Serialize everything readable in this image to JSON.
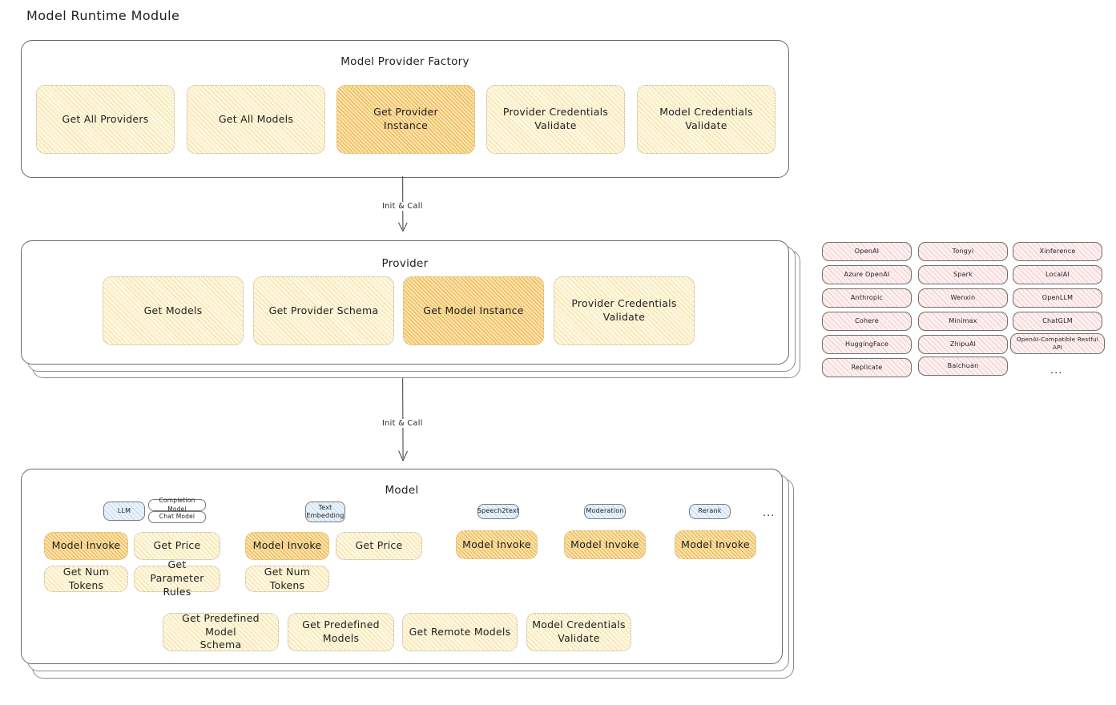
{
  "page": {
    "title": "Model Runtime Module"
  },
  "colors": {
    "cream_fill": "#fdf7e0",
    "cream_stroke": "#f0ce6e",
    "amber_fill": "#fbe3b0",
    "amber_stroke": "#e9af3c",
    "rose_fill": "#fdf0f0",
    "rose_stroke": "#e28c8c",
    "sky_fill": "#e8f2fa",
    "sky_stroke": "#78aad2",
    "panel_stroke": "#6a6a6a",
    "text": "#1e1e1e",
    "background": "#ffffff"
  },
  "factory": {
    "title": "Model Provider Factory",
    "nodes": [
      {
        "label": "Get All Providers",
        "style": "cream"
      },
      {
        "label": "Get All Models",
        "style": "cream"
      },
      {
        "label": "Get Provider\nInstance",
        "style": "amber"
      },
      {
        "label": "Provider Credentials\nValidate",
        "style": "cream"
      },
      {
        "label": "Model Credentials\nValidate",
        "style": "cream"
      }
    ]
  },
  "arrows": [
    {
      "label": "Init & Call",
      "from": "Model Provider Factory",
      "to": "Provider"
    },
    {
      "label": "Init & Call",
      "from": "Provider",
      "to": "Model"
    }
  ],
  "provider": {
    "title": "Provider",
    "nodes": [
      {
        "label": "Get Models",
        "style": "cream"
      },
      {
        "label": "Get Provider Schema",
        "style": "cream"
      },
      {
        "label": "Get Model Instance",
        "style": "amber"
      },
      {
        "label": "Provider Credentials\nValidate",
        "style": "cream"
      }
    ]
  },
  "provider_list": {
    "columns": [
      {
        "items": [
          "OpenAI",
          "Azure OpenAI",
          "Anthropic",
          "Cohere",
          "HuggingFace",
          "Replicate"
        ]
      },
      {
        "items": [
          "Tongyi",
          "Spark",
          "Wenxin",
          "Minimax",
          "ZhipuAI",
          "Baichuan"
        ]
      },
      {
        "items": [
          "Xinference",
          "LocalAI",
          "OpenLLM",
          "ChatGLM",
          "OpenAI-Compatible Restful API"
        ]
      }
    ],
    "more": "..."
  },
  "model": {
    "title": "Model",
    "more": "...",
    "types": [
      {
        "tag": "LLM",
        "subtags": [
          "Completion Model",
          "Chat Model"
        ],
        "methods": [
          {
            "label": "Model Invoke",
            "style": "amber"
          },
          {
            "label": "Get Price",
            "style": "cream"
          },
          {
            "label": "Get Num Tokens",
            "style": "cream"
          },
          {
            "label": "Get Parameter\nRules",
            "style": "cream"
          }
        ]
      },
      {
        "tag": "Text\nEmbedding",
        "subtags": [],
        "methods": [
          {
            "label": "Model Invoke",
            "style": "amber"
          },
          {
            "label": "Get Price",
            "style": "cream"
          },
          {
            "label": "Get Num Tokens",
            "style": "cream"
          }
        ]
      },
      {
        "tag": "Speech2text",
        "subtags": [],
        "methods": [
          {
            "label": "Model Invoke",
            "style": "amber"
          }
        ]
      },
      {
        "tag": "Moderation",
        "subtags": [],
        "methods": [
          {
            "label": "Model Invoke",
            "style": "amber"
          }
        ]
      },
      {
        "tag": "Rerank",
        "subtags": [],
        "methods": [
          {
            "label": "Model Invoke",
            "style": "amber"
          }
        ]
      }
    ],
    "common_methods": [
      {
        "label": "Get Predefined Model\nSchema",
        "style": "cream"
      },
      {
        "label": "Get Predefined\nModels",
        "style": "cream"
      },
      {
        "label": "Get Remote Models",
        "style": "cream"
      },
      {
        "label": "Model Credentials\nValidate",
        "style": "cream"
      }
    ]
  }
}
